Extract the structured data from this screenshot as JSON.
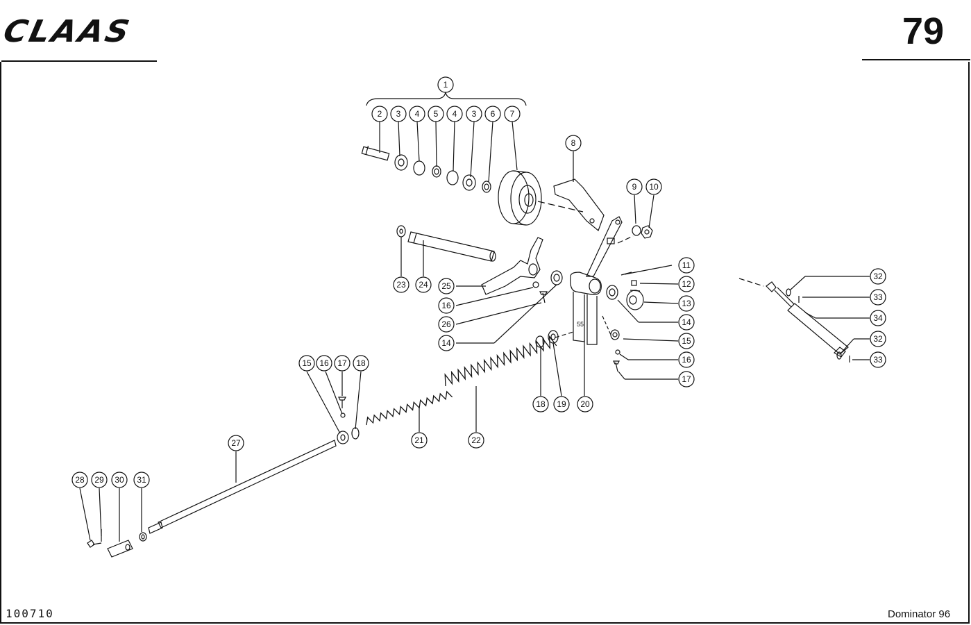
{
  "header": {
    "brand": "CLAAS",
    "page_number": "79"
  },
  "footer": {
    "ref_code": "100710",
    "model": "Dominator 96"
  },
  "callouts": {
    "c1": "1",
    "c2": "2",
    "c3a": "3",
    "c4a": "4",
    "c5": "5",
    "c4b": "4",
    "c3b": "3",
    "c6": "6",
    "c7": "7",
    "c8": "8",
    "c9": "9",
    "c10": "10",
    "c11": "11",
    "c12": "12",
    "c13": "13",
    "c14a": "14",
    "c15a": "15",
    "c16a": "16",
    "c17a": "17",
    "c18a": "18",
    "c19": "19",
    "c20": "20",
    "c21": "21",
    "c22": "22",
    "c23": "23",
    "c24": "24",
    "c25": "25",
    "c16b": "16",
    "c26": "26",
    "c14b": "14",
    "c15b": "15",
    "c16c": "16",
    "c17b": "17",
    "c18b": "18",
    "c27": "27",
    "c28": "28",
    "c29": "29",
    "c30": "30",
    "c31": "31",
    "c32a": "32",
    "c33a": "33",
    "c34": "34",
    "c32b": "32",
    "c33b": "33"
  }
}
